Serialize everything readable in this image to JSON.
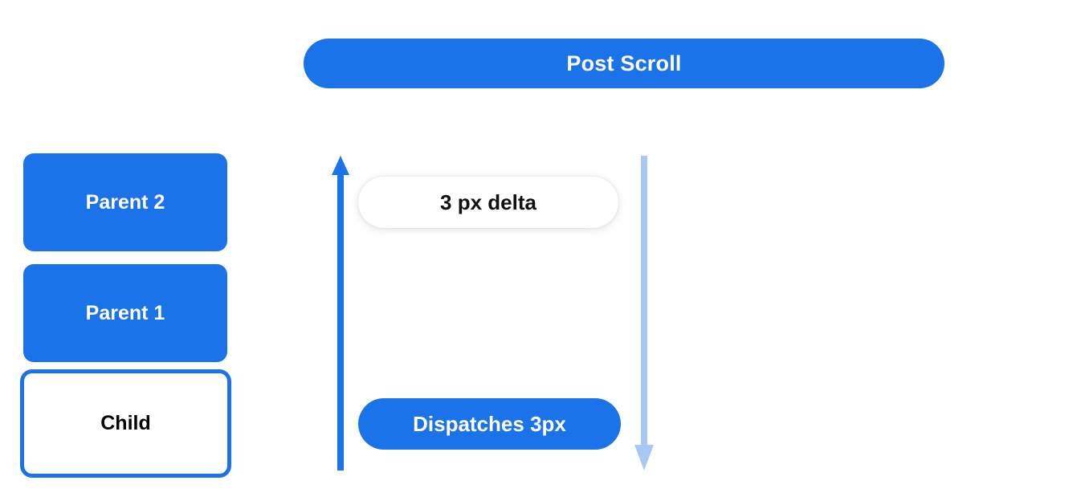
{
  "banner": {
    "title": "Post Scroll",
    "color": "#1a73e8",
    "text_color": "#ffffff"
  },
  "node_stack": {
    "name": "scroll-node-hierarchy",
    "nodes": [
      {
        "id": "parent2",
        "label": "Parent 2",
        "style": "filled",
        "fill": "#1a73e8",
        "text_color": "#ffffff"
      },
      {
        "id": "parent1",
        "label": "Parent 1",
        "style": "filled",
        "fill": "#1a73e8",
        "text_color": "#ffffff"
      },
      {
        "id": "child",
        "label": "Child",
        "style": "outlined",
        "fill": "#ffffff",
        "border_color": "#1a73e8",
        "text_color": "#000000"
      }
    ]
  },
  "arrows": [
    {
      "id": "scroll-up-arrow",
      "direction": "up",
      "color": "#1a73e8",
      "meaning": "scroll offset travels upward"
    },
    {
      "id": "scroll-down-arrow",
      "direction": "down",
      "color": "#a8c7f5",
      "meaning": "dispatch travels downward"
    }
  ],
  "callouts": [
    {
      "id": "delta",
      "label": "3 px delta",
      "style": "white-pill",
      "fill": "#ffffff",
      "text_color": "#111111"
    },
    {
      "id": "dispatch",
      "label": "Dispatches 3px",
      "style": "blue-pill",
      "fill": "#1a73e8",
      "text_color": "#ffffff"
    }
  ]
}
